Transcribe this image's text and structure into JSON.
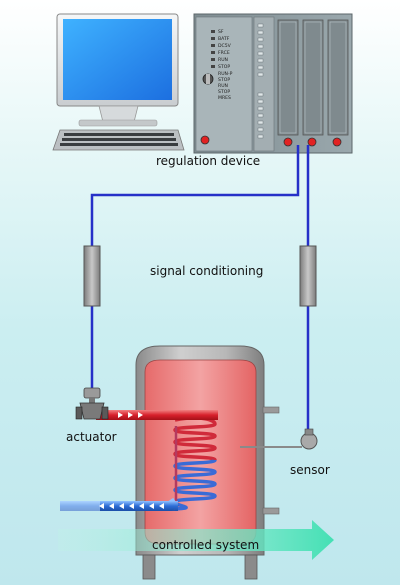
{
  "labels": {
    "regulation_device": "regulation device",
    "signal_conditioning": "signal conditioning",
    "actuator": "actuator",
    "sensor": "sensor",
    "controlled_system": "controlled system"
  },
  "plc": {
    "status_leds": [
      "SF",
      "BATF",
      "DC5V",
      "FRCE",
      "RUN",
      "STOP"
    ],
    "switch_labels": [
      "RUN-P",
      "STOP",
      "RUN",
      "STOP",
      "MRES"
    ]
  },
  "colors": {
    "signal_wire": "#2630c8",
    "hot_water": "#e0303a",
    "cold_water": "#3a78d6",
    "tank_fill": "#ee8c8c",
    "flow_arrow": "#5ee0c0",
    "plc_body": "#8e9ba0"
  }
}
